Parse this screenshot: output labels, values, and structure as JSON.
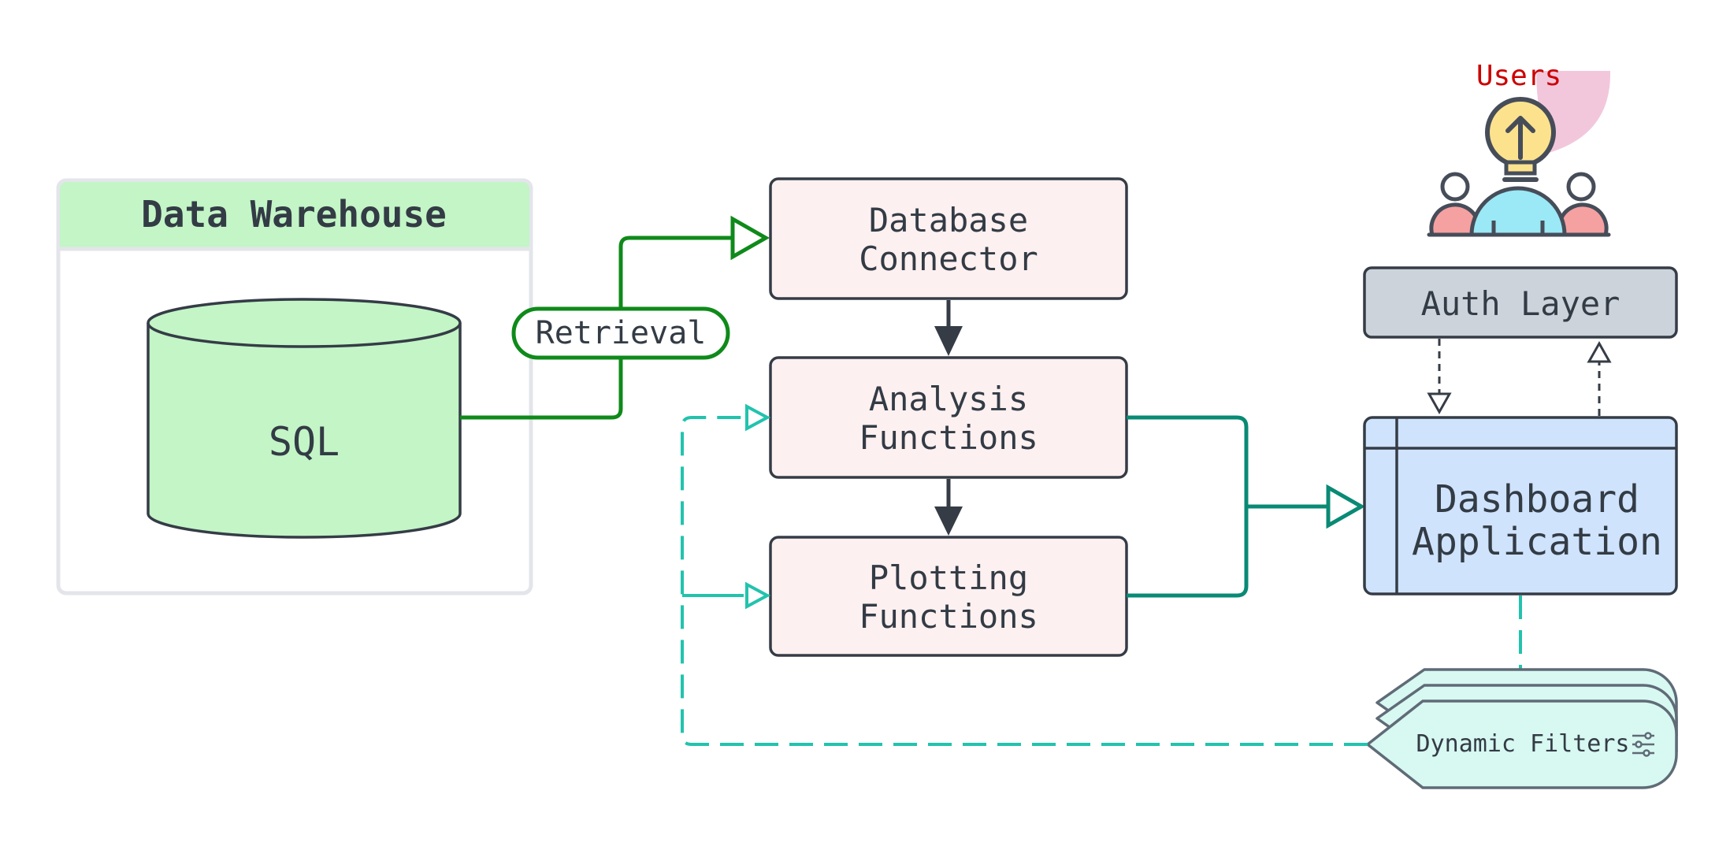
{
  "users": {
    "label": "Users",
    "icon": "users-idea-icon",
    "label_color": "#cc0000"
  },
  "data_warehouse": {
    "title": "Data Warehouse",
    "database_label": "SQL",
    "header_color": "#c3f5c6",
    "db_color": "#c3f5c6"
  },
  "edges": {
    "retrieval_label": "Retrieval"
  },
  "nodes": {
    "database_connector": [
      "Database",
      "Connector"
    ],
    "analysis_functions": [
      "Analysis",
      "Functions"
    ],
    "plotting_functions": [
      "Plotting",
      "Functions"
    ],
    "auth_layer": "Auth Layer",
    "dashboard_application": [
      "Dashboard",
      "Application"
    ],
    "dynamic_filters": "Dynamic Filters"
  },
  "colors": {
    "function_box": "#fdf0f0",
    "auth_box": "#cdd3db",
    "dashboard_box": "#cfe3fc",
    "filters_box": "#d8f8f2",
    "retrieval_arrow": "#0f8a1a",
    "filter_arrow": "#22c3ad",
    "output_arrow": "#098a75",
    "outline": "#353c46"
  }
}
